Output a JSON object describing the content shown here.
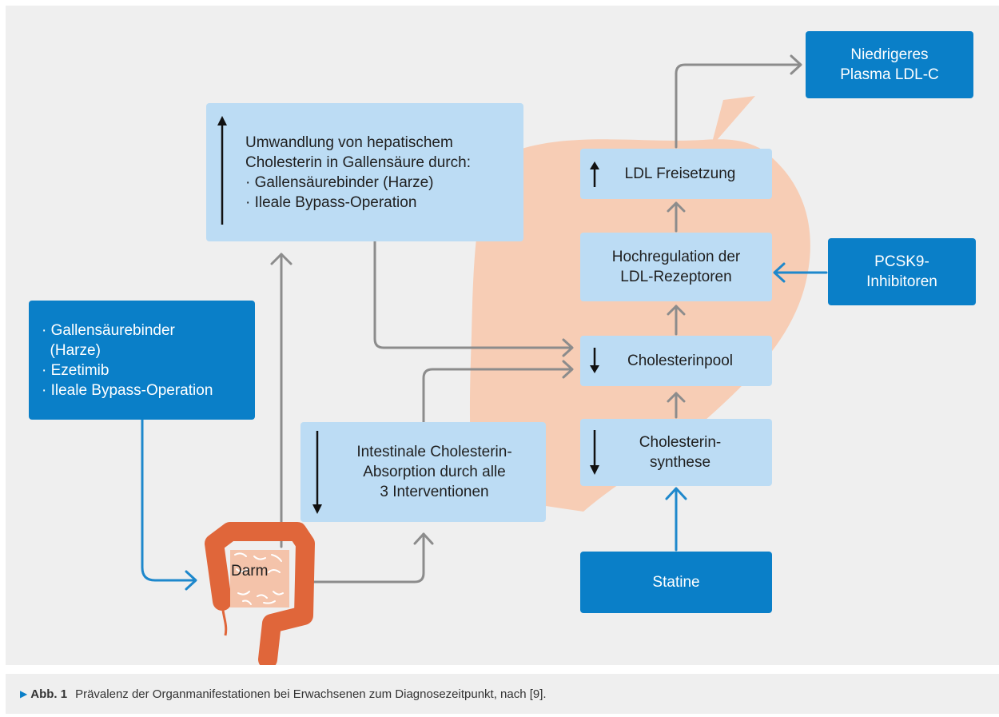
{
  "boxes": {
    "conversion": "Umwandlung von hepatischem\nCholesterin in Gallensäure durch:\n· Gallensäurebinder (Harze)\n· Ileale Bypass-Operation",
    "binders_left": "· Gallensäurebinder\n  (Harze)\n· Ezetimib\n· Ileale Bypass-Operation",
    "intestinal": "Intestinale Cholesterin-\nAbsorption durch alle\n3 Interventionen",
    "ldl_release": "LDL Freisetzung",
    "upregulation": "Hochregulation der\nLDL-Rezeptoren",
    "pool": "Cholesterinpool",
    "synthesis": "Cholesterin-\nsynthese",
    "statine": "Statine",
    "pcsk9": "PCSK9-\nInhibitoren",
    "lower_ldl": "Niedrigeres\nPlasma LDL-C",
    "darm": "Darm"
  },
  "colors": {
    "light_box": "#bcdcf4",
    "dark_box": "#0a7fc8",
    "grey_arrow": "#8c8c8c",
    "blue_arrow": "#1e88cc",
    "liver": "#f7cdb5",
    "intestine": "#e0663a",
    "background": "#efefef"
  },
  "caption": {
    "label": "Abb. 1",
    "text": "Prävalenz der Organmanifestationen bei Erwachsenen zum Diagnosezeitpunkt, nach [9]."
  }
}
